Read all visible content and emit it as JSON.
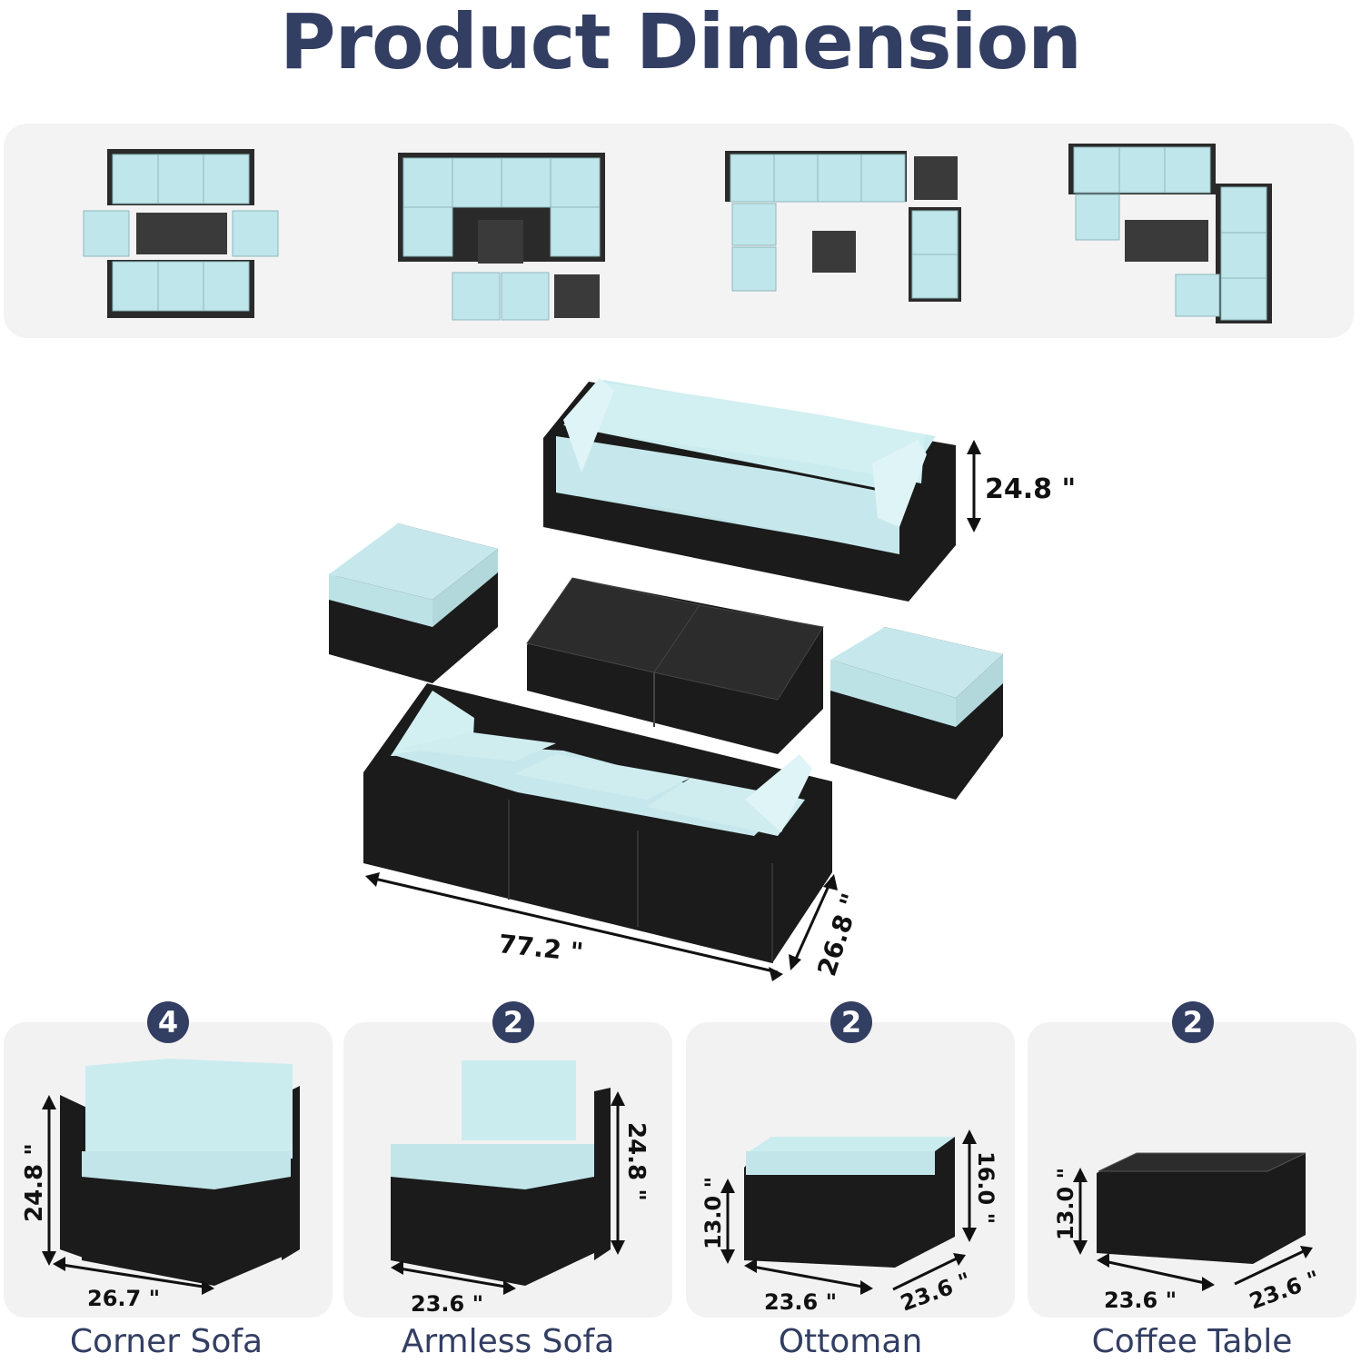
{
  "title": "Product Dimension",
  "main_dimensions": {
    "height": "24.8 \"",
    "width": "77.2 \"",
    "depth": "26.8 \""
  },
  "pieces": [
    {
      "name": "Corner Sofa",
      "count": "4",
      "dims": [
        "24.8 \"",
        "26.7 \""
      ]
    },
    {
      "name": "Armless Sofa",
      "count": "2",
      "dims": [
        "24.8 \"",
        "23.6 \""
      ]
    },
    {
      "name": "Ottoman",
      "count": "2",
      "dims": [
        "13.0 \"",
        "16.0 \"",
        "23.6 \"",
        "23.6 \""
      ]
    },
    {
      "name": "Coffee Table",
      "count": "2",
      "dims": [
        "13.0 \"",
        "23.6 \"",
        "23.6 \""
      ]
    }
  ],
  "colors": {
    "title": "#333e63",
    "cushion": "#bfe6ea",
    "wicker": "#1b1b1b",
    "panel": "#f3f3f3"
  }
}
